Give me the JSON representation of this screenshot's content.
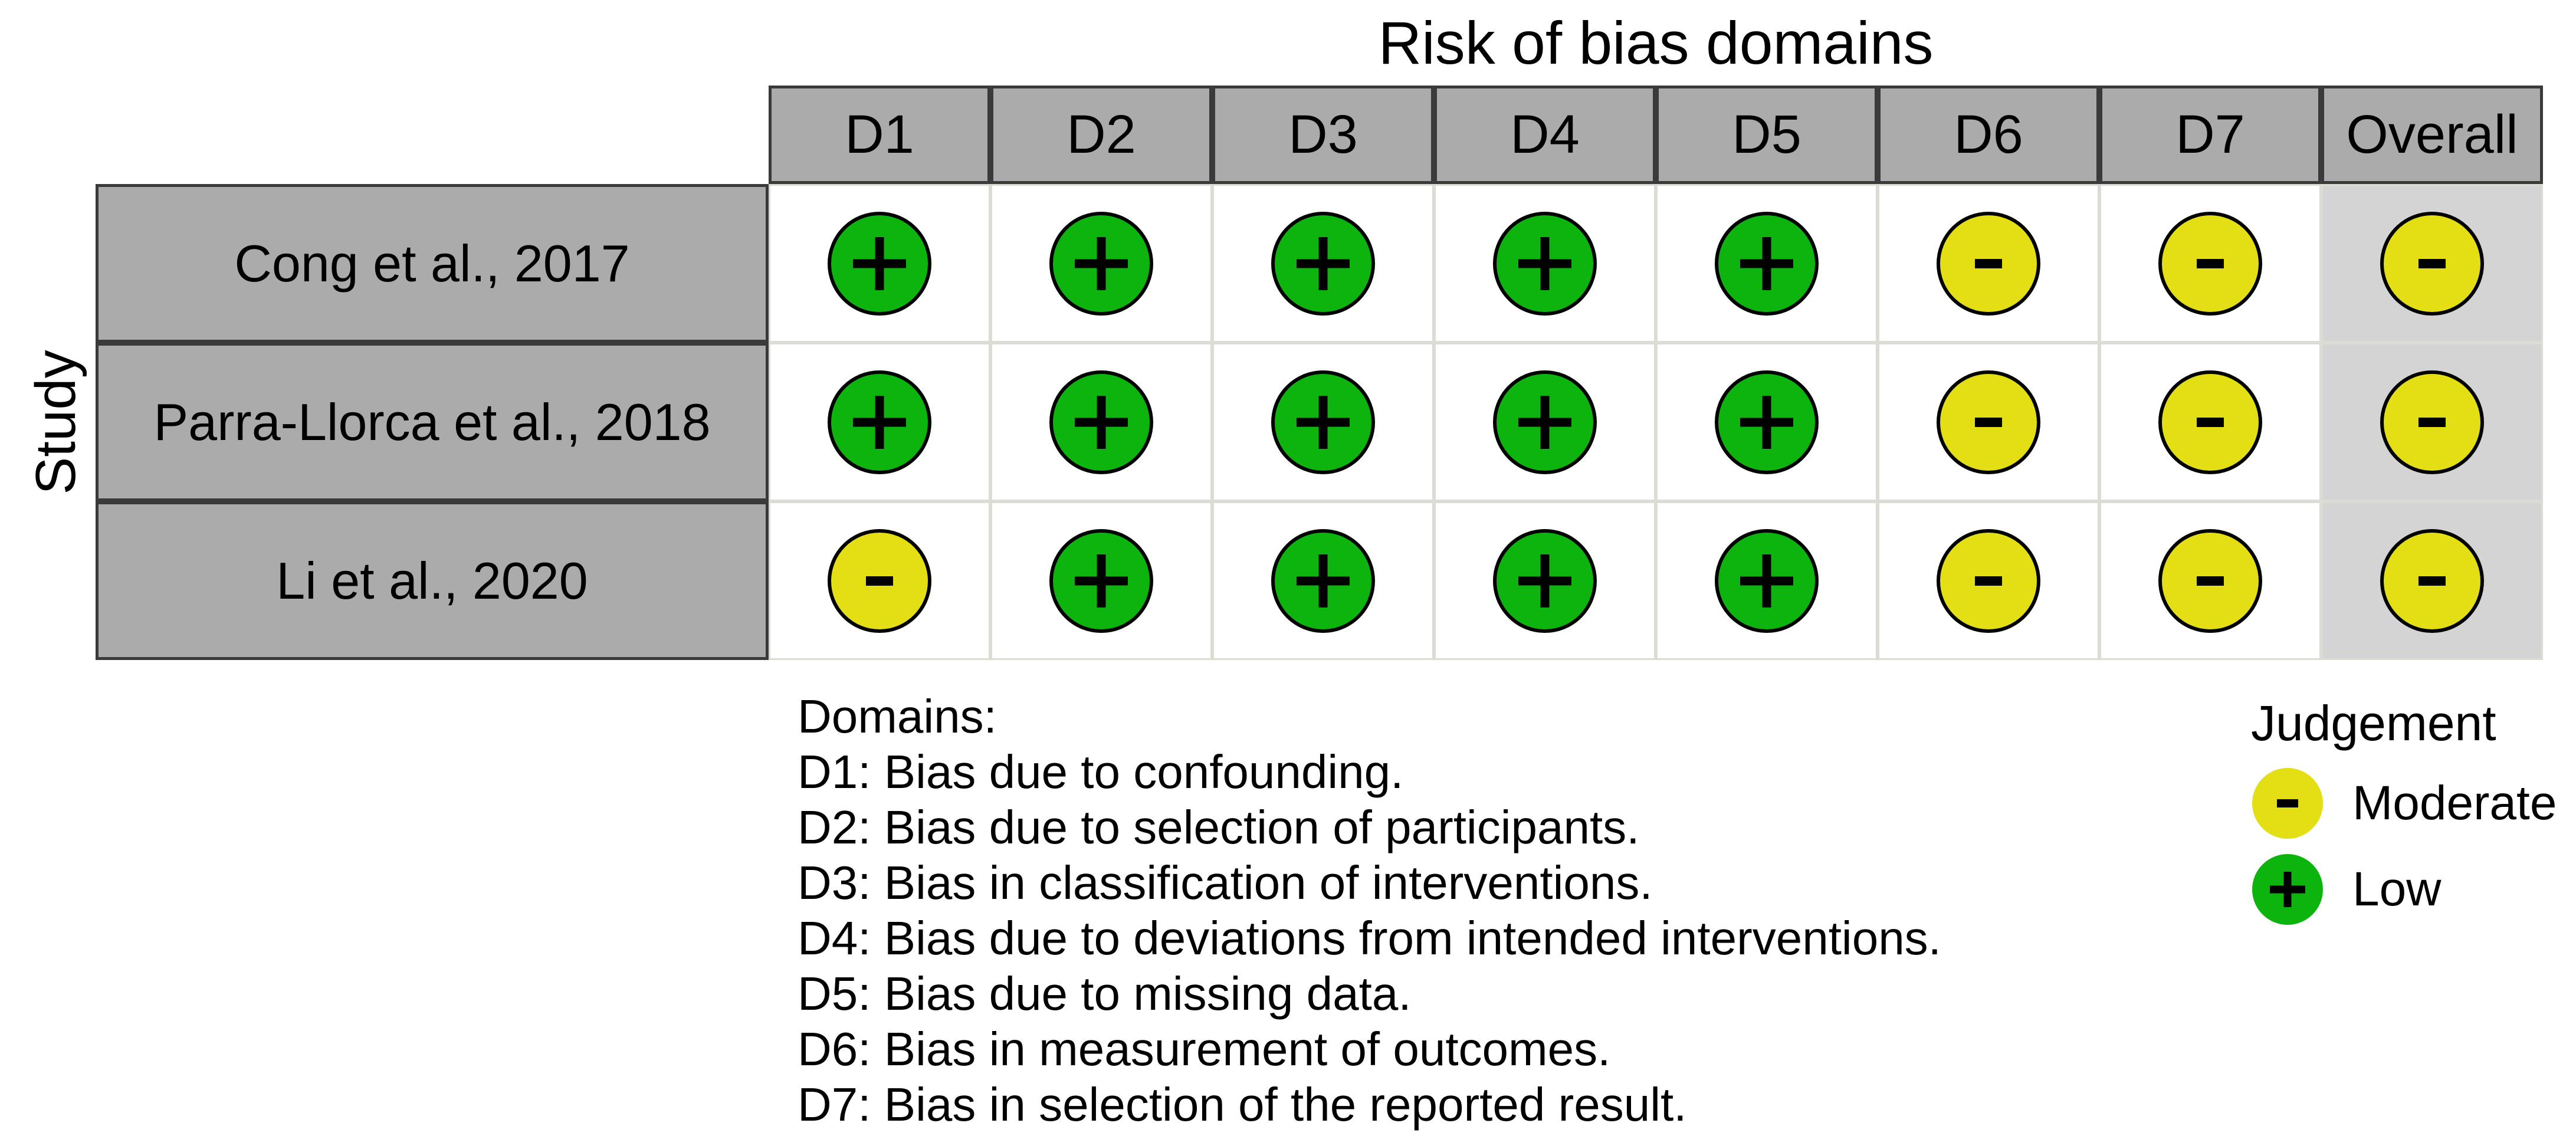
{
  "title": "Risk of bias domains",
  "y_axis_label": "Study",
  "columns": [
    "D1",
    "D2",
    "D3",
    "D4",
    "D5",
    "D6",
    "D7",
    "Overall"
  ],
  "studies": [
    "Cong et al., 2017",
    "Parra-Llorca et al., 2018",
    "Li et al., 2020"
  ],
  "judgements": [
    [
      "low",
      "low",
      "low",
      "low",
      "low",
      "moderate",
      "moderate",
      "moderate"
    ],
    [
      "low",
      "low",
      "low",
      "low",
      "low",
      "moderate",
      "moderate",
      "moderate"
    ],
    [
      "moderate",
      "low",
      "low",
      "low",
      "low",
      "moderate",
      "moderate",
      "moderate"
    ]
  ],
  "symbols": {
    "low": "+",
    "moderate": "-"
  },
  "legend": {
    "title": "Judgement",
    "items": [
      {
        "label": "Moderate",
        "judgement": "moderate",
        "symbol": "-",
        "color": "#E4DE14"
      },
      {
        "label": "Low",
        "judgement": "low",
        "symbol": "+",
        "color": "#0EB40E"
      }
    ]
  },
  "domains_note": {
    "heading": "Domains:",
    "items": [
      "D1: Bias due to confounding.",
      "D2: Bias due to selection of participants.",
      "D3: Bias in classification of interventions.",
      "D4: Bias due to deviations from intended interventions.",
      "D5: Bias due to missing data.",
      "D6: Bias in measurement of outcomes.",
      "D7: Bias in selection of the reported result."
    ]
  },
  "colors": {
    "low": "#0EB40E",
    "moderate": "#E4DE14",
    "header_bg": "#ABABAB",
    "overall_col_bg": "#D4D4D4",
    "dark_border": "#3A3A3A",
    "light_border": "#D9DDD3"
  },
  "chart_data": {
    "type": "table",
    "title": "Risk of bias domains",
    "x_categories": [
      "D1",
      "D2",
      "D3",
      "D4",
      "D5",
      "D6",
      "D7",
      "Overall"
    ],
    "y_categories": [
      "Cong et al., 2017",
      "Parra-Llorca et al., 2018",
      "Li et al., 2020"
    ],
    "values": [
      [
        "Low",
        "Low",
        "Low",
        "Low",
        "Low",
        "Moderate",
        "Moderate",
        "Moderate"
      ],
      [
        "Low",
        "Low",
        "Low",
        "Low",
        "Low",
        "Moderate",
        "Moderate",
        "Moderate"
      ],
      [
        "Moderate",
        "Low",
        "Low",
        "Low",
        "Low",
        "Moderate",
        "Moderate",
        "Moderate"
      ]
    ],
    "legend_entries": [
      {
        "label": "Moderate",
        "symbol": "-",
        "color": "#E4DE14"
      },
      {
        "label": "Low",
        "symbol": "+",
        "color": "#0EB40E"
      }
    ],
    "legend_position": "bottom-right",
    "y_axis_title": "Study",
    "grid": false
  }
}
